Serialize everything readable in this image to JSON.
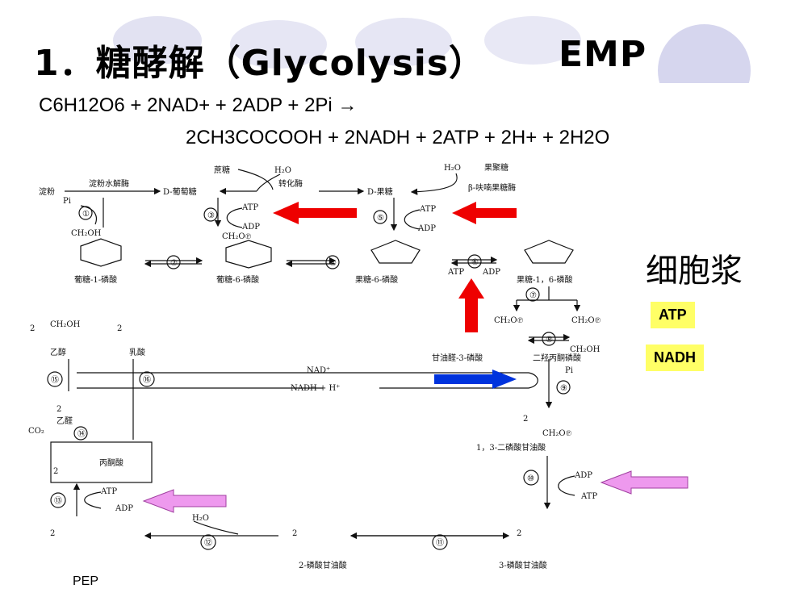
{
  "slide": {
    "title": "1．糖酵解（Glycolysis）",
    "title_suffix": "EMP",
    "equation_line1": "C6H12O6 + 2NAD+ + 2ADP + 2Pi →",
    "equation_line2": "2CH3COCOOH + 2NADH + 2ATP + 2H+ + 2H2O",
    "location_label": "细胞浆",
    "badge_atp": "ATP",
    "badge_nadh": "NADH",
    "pep_label": "PEP"
  },
  "diagram": {
    "starch": "淀粉",
    "amylase": "淀粉水解酶",
    "glucose": "D-葡萄糖",
    "sucrose": "蔗糖",
    "h2o_1": "H₂O",
    "invertase": "转化酶",
    "fructose": "D-果糖",
    "h2o_2": "H₂O",
    "fructan": "果聚糖",
    "fructofuranosidase": "β-呋喃果糖酶",
    "pi_1": "Pi",
    "atp_label": "ATP",
    "adp_label": "ADP",
    "ch2oh": "CH₂OH",
    "ch2op": "CH₂O℗",
    "g1p": "葡糖-1-磷酸",
    "g6p": "葡糖-6-磷酸",
    "f6p": "果糖-6-磷酸",
    "fbp": "果糖-1，6-磷酸",
    "g3p": "甘油醛-3-磷酸",
    "dhap": "二羟丙酮磷酸",
    "nad": "NAD⁺",
    "nadh": "NADH + H⁺",
    "ethanol": "乙醇",
    "lactate": "乳酸",
    "acetaldehyde": "乙醛",
    "co2": "CO₂",
    "pyruvate": "丙酮酸",
    "bpg13": "1，3-二磷酸甘油酸",
    "pg3": "3-磷酸甘油酸",
    "pg2": "2-磷酸甘油酸",
    "steps": [
      "①",
      "②",
      "③",
      "④",
      "⑤",
      "⑥",
      "⑦",
      "⑧",
      "⑨",
      "⑩",
      "⑪",
      "⑫",
      "⑬",
      "⑭",
      "⑮",
      "⑯"
    ],
    "coeff_2": "2"
  },
  "colors": {
    "red_arrow": "#ee0000",
    "blue_arrow": "#0033dd",
    "pink_arrow": "#ee99ee",
    "badge_bg": "#ffff66",
    "deco_circle": "#d6d6ee"
  }
}
